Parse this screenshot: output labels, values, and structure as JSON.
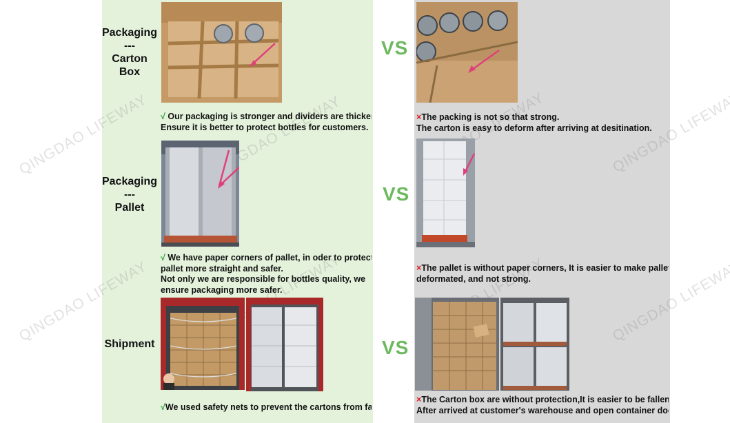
{
  "sections": [
    {
      "label_lines": [
        "Packaging",
        "---",
        "Carton",
        "Box"
      ],
      "ours_caption": [
        "Our packaging is stronger and dividers are thicker.",
        "Ensure it is better to protect bottles for customers."
      ],
      "theirs_caption": [
        "The packing is not so that strong.",
        "The carton is easy to deform after arriving at desitination."
      ]
    },
    {
      "label_lines": [
        "Packaging",
        "---",
        "Pallet"
      ],
      "ours_caption": [
        "We have paper corners of pallet, in oder to protect",
        "pallet more straight and safer.",
        "Not only we are responsible for bottles quality, we",
        "ensure packaging more safer."
      ],
      "theirs_caption": [
        "The pallet is without paper corners, It is easier to make pallet",
        "deformated, and not strong."
      ]
    },
    {
      "label_lines": [
        "Shipment"
      ],
      "ours_caption": [
        "We used safety nets to prevent the cartons from falli"
      ],
      "theirs_caption": [
        "The Carton box are without protection,It is easier to be fallen",
        "After arrived at customer's warehouse and open container door"
      ]
    }
  ],
  "vs_label": "VS",
  "check_mark": "√",
  "cross_mark": "×",
  "watermark_text": "QINGDAO LIFEWAY",
  "colors": {
    "left_bg": "#e4f2dc",
    "right_bg": "#d9d8d8",
    "vs": "#6cb95e",
    "check": "#2e9c3a",
    "cross": "#d8191d",
    "arrow": "#e0407a"
  }
}
